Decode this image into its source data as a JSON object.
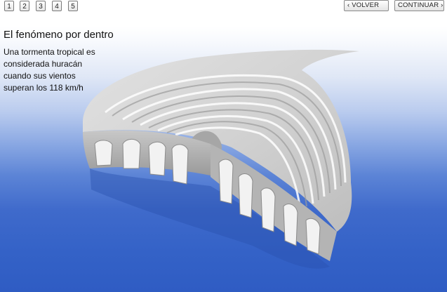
{
  "nav": {
    "pages": [
      "1",
      "2",
      "3",
      "4",
      "5"
    ],
    "back_label": "‹ VOLVER",
    "next_label": "CONTINUAR ›"
  },
  "content": {
    "title": "El fenómeno por dentro",
    "description_lines": [
      "Una tormenta tropical es",
      "considerada huracán",
      "cuando sus vientos",
      "superan los 118 km/h"
    ]
  },
  "colors": {
    "background_top": "#ffffff",
    "background_bottom": "#2f5cc3",
    "storm_light": "#d6d6d6",
    "storm_dark": "#8f8f8f"
  },
  "illustration": {
    "icon": "hurricane-cross-section-icon"
  }
}
